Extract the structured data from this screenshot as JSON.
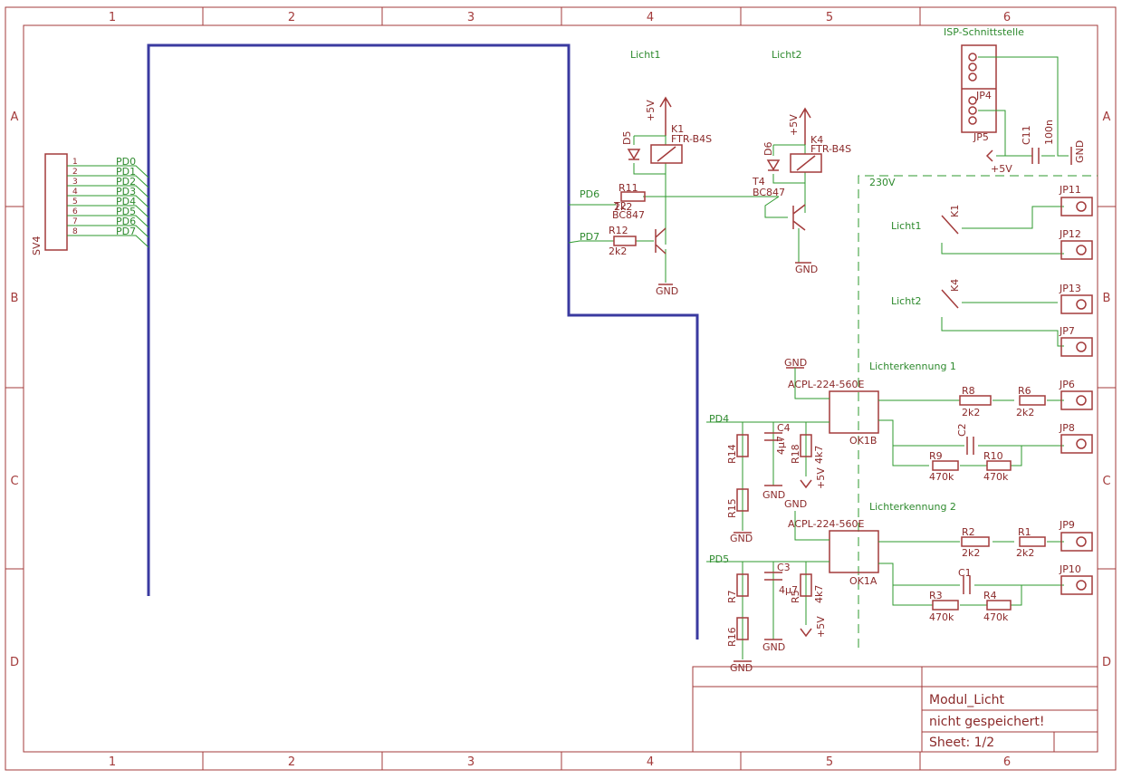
{
  "frame": {
    "col_labels": [
      "1",
      "2",
      "3",
      "4",
      "5",
      "6"
    ],
    "row_labels": [
      "A",
      "B",
      "C",
      "D"
    ]
  },
  "title_block": {
    "name": "Modul_Licht",
    "status": "nicht gespeichert!",
    "sheet": "Sheet: 1/2"
  },
  "connector_sv4": {
    "ref": "SV4",
    "pins": [
      "1",
      "2",
      "3",
      "4",
      "5",
      "6",
      "7",
      "8"
    ],
    "nets": [
      "PD0",
      "PD1",
      "PD2",
      "PD3",
      "PD4",
      "PD5",
      "PD6",
      "PD7"
    ]
  },
  "net_labels": {
    "pd6": "PD6",
    "pd7": "PD7",
    "pd4": "PD4",
    "pd5": "PD5",
    "licht1_top": "Licht1",
    "licht2_top": "Licht2",
    "licht1_k1": "Licht1",
    "licht2_k4": "Licht2",
    "lichterkennung1": "Lichterkennung 1",
    "lichterkennung2": "Lichterkennung 2",
    "v230": "230V",
    "isp": "ISP-Schnittstelle"
  },
  "supplies": {
    "p5v_k1": "+5V",
    "p5v_k4": "+5V",
    "p5v_isp": "+5V",
    "p5v_r18": "+5V",
    "p5v_r5": "+5V",
    "gnd_t2": "GND",
    "gnd_t4": "GND",
    "gnd_isp": "GND",
    "gnd_ok1b": "GND",
    "gnd_c4": "GND",
    "gnd_r15": "GND",
    "gnd_ok1a": "GND",
    "gnd_c3": "GND",
    "gnd_r16": "GND"
  },
  "components": {
    "K1": {
      "ref": "K1",
      "value": "FTR-B4S"
    },
    "K4": {
      "ref": "K4",
      "value": "FTR-B4S"
    },
    "D5": {
      "ref": "D5"
    },
    "D6": {
      "ref": "D6"
    },
    "R11": {
      "ref": "R11",
      "value": "2k2"
    },
    "R12": {
      "ref": "R12",
      "value": "2k2"
    },
    "T2": {
      "ref": "T2",
      "value": "BC847"
    },
    "T4": {
      "ref": "T4",
      "value": "BC847"
    },
    "JP5": {
      "ref": "JP5"
    },
    "JP4": {
      "ref": "JP4"
    },
    "C11": {
      "ref": "C11",
      "value": "100n"
    },
    "JP11": {
      "ref": "JP11"
    },
    "JP12": {
      "ref": "JP12"
    },
    "JP13": {
      "ref": "JP13"
    },
    "JP7": {
      "ref": "JP7"
    },
    "JP6": {
      "ref": "JP6"
    },
    "JP8": {
      "ref": "JP8"
    },
    "JP9": {
      "ref": "JP9"
    },
    "JP10": {
      "ref": "JP10"
    },
    "OK1B": {
      "ref": "OK1B",
      "value": "ACPL-224-560E"
    },
    "OK1A": {
      "ref": "OK1A",
      "value": "ACPL-224-560E"
    },
    "R8": {
      "ref": "R8",
      "value": "2k2"
    },
    "R6": {
      "ref": "R6",
      "value": "2k2"
    },
    "R2": {
      "ref": "R2",
      "value": "2k2"
    },
    "R1": {
      "ref": "R1",
      "value": "2k2"
    },
    "C2": {
      "ref": "C2"
    },
    "C1": {
      "ref": "C1"
    },
    "R9": {
      "ref": "R9",
      "value": "470k"
    },
    "R10": {
      "ref": "R10",
      "value": "470k"
    },
    "R3": {
      "ref": "R3",
      "value": "470k"
    },
    "R4": {
      "ref": "R4",
      "value": "470k"
    },
    "C4": {
      "ref": "C4",
      "value": "4µ7"
    },
    "C3": {
      "ref": "C3",
      "value": "4µ7"
    },
    "R18": {
      "ref": "R18",
      "value": "4k7"
    },
    "R5": {
      "ref": "R5",
      "value": "4k7"
    },
    "R14": {
      "ref": "R14"
    },
    "R15": {
      "ref": "R15"
    },
    "R7": {
      "ref": "R7"
    },
    "R16": {
      "ref": "R16"
    }
  },
  "pin_numbers": {
    "one": "1",
    "two": "2",
    "three": "3",
    "four": "4",
    "five": "5",
    "six": "6",
    "seven": "7",
    "eight": "8"
  }
}
